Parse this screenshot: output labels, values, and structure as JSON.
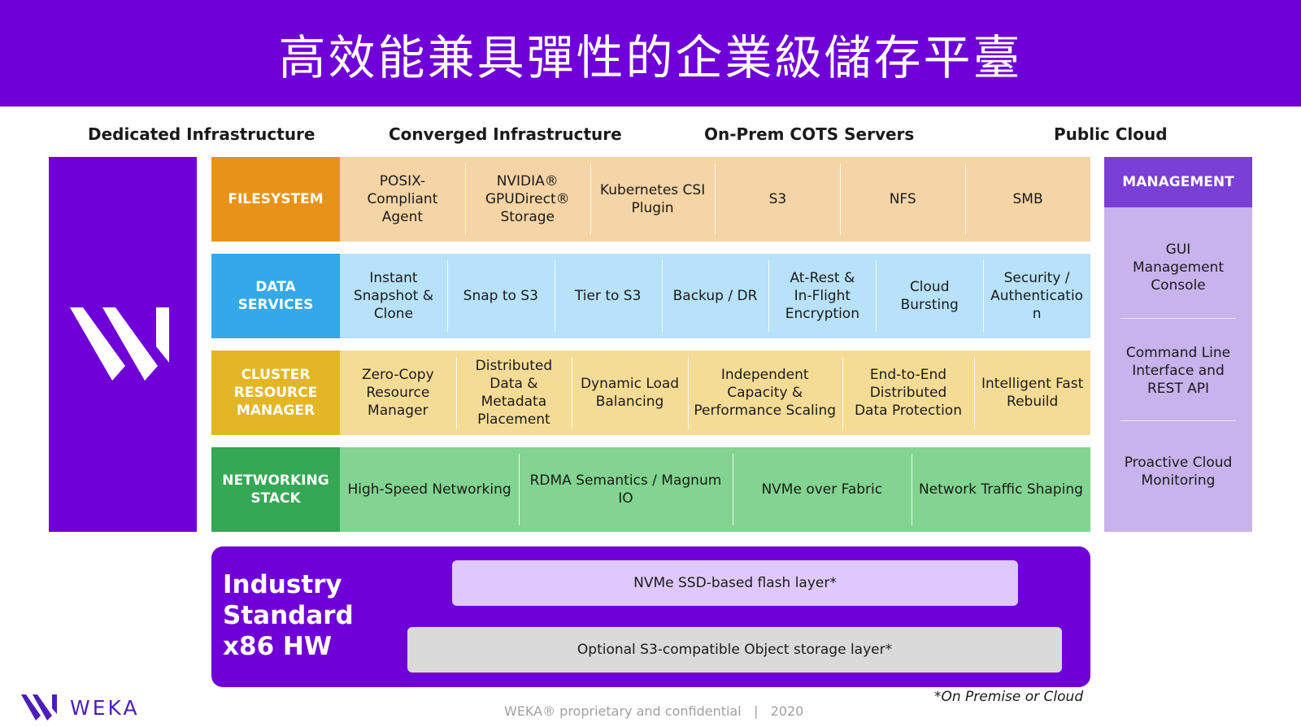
{
  "header": {
    "title": "高效能兼具彈性的企業級儲存平臺"
  },
  "columns": [
    "Dedicated Infrastructure",
    "Converged Infrastructure",
    "On-Prem COTS Servers",
    "Public Cloud"
  ],
  "rows": [
    {
      "label": "FILESYSTEM",
      "cells": [
        "POSIX-\nCompliant\nAgent",
        "NVIDIA®\nGPUDirect®\nStorage",
        "Kubernetes CSI\nPlugin",
        "S3",
        "NFS",
        "SMB"
      ]
    },
    {
      "label": "DATA\nSERVICES",
      "cells": [
        "Instant\nSnapshot &\nClone",
        "Snap to S3",
        "Tier to S3",
        "Backup / DR",
        "At-Rest &\nIn-Flight\nEncryption",
        "Cloud\nBursting",
        "Security /\nAuthenticatio\nn"
      ]
    },
    {
      "label": "CLUSTER\nRESOURCE\nMANAGER",
      "cells": [
        "Zero-Copy\nResource\nManager",
        "Distributed\nData &\nMetadata\nPlacement",
        "Dynamic Load\nBalancing",
        "Independent\nCapacity &\nPerformance Scaling",
        "End-to-End\nDistributed\nData Protection",
        "Intelligent Fast\nRebuild"
      ]
    },
    {
      "label": "NETWORKING\nSTACK",
      "cells": [
        "High-Speed Networking",
        "RDMA Semantics / Magnum\nIO",
        "NVMe over Fabric",
        "Network Traffic Shaping"
      ]
    }
  ],
  "management": {
    "title": "MANAGEMENT",
    "items": [
      "GUI\nManagement\nConsole",
      "Command Line\nInterface and\nREST API",
      "Proactive Cloud\nMonitoring"
    ]
  },
  "hardware": {
    "title": "Industry\nStandard\nx86 HW",
    "flash_layer": "NVMe SSD-based flash layer*",
    "object_layer": "Optional S3-compatible Object storage layer*"
  },
  "footnote": "*On Premise or Cloud",
  "footer": {
    "confidential": "WEKA® proprietary and confidential   |   2020",
    "brand": "WEKA"
  },
  "colors": {
    "brand_purple": "#6f00d8",
    "filesystem_label": "#e8921a",
    "filesystem_cells": "#f5d4a6",
    "data_services_label": "#34a8e8",
    "data_services_cells": "#b8e1fa",
    "cluster_label": "#e3b626",
    "cluster_cells": "#f5dc96",
    "networking_label": "#34a854",
    "networking_cells": "#82d490",
    "management_bg": "#c8b3ec",
    "flash_layer": "#dfc8fb",
    "object_layer": "#dadada"
  }
}
